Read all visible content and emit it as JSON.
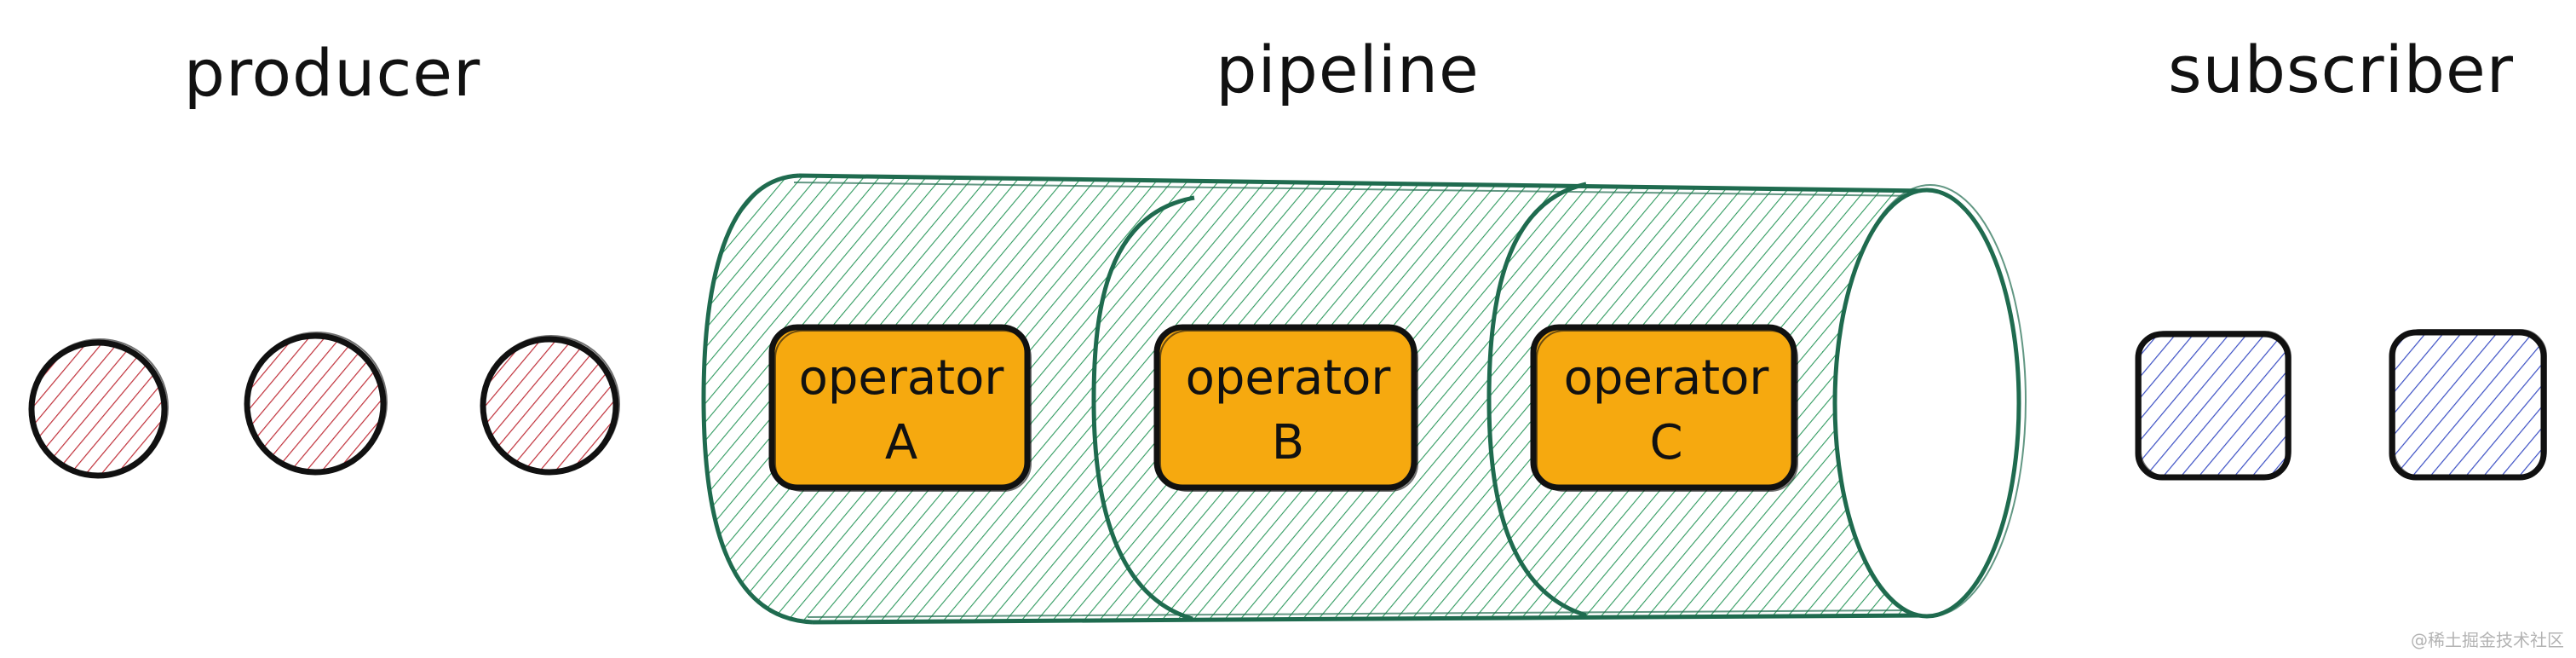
{
  "labels": {
    "producer": "producer",
    "pipeline": "pipeline",
    "subscriber": "subscriber"
  },
  "operators": [
    {
      "line1": "operator",
      "line2": "A"
    },
    {
      "line1": "operator",
      "line2": "B"
    },
    {
      "line1": "operator",
      "line2": "C"
    }
  ],
  "producer_items": 3,
  "subscriber_items": 2,
  "watermark": "@稀土掘金技术社区",
  "colors": {
    "outline": "#111111",
    "producer_hatch": "#c0303a",
    "pipeline_outline": "#1f6b4f",
    "pipeline_hatch": "#2f9a5f",
    "operator_fill": "#f6a90f",
    "subscriber_hatch": "#3b4fc4"
  }
}
